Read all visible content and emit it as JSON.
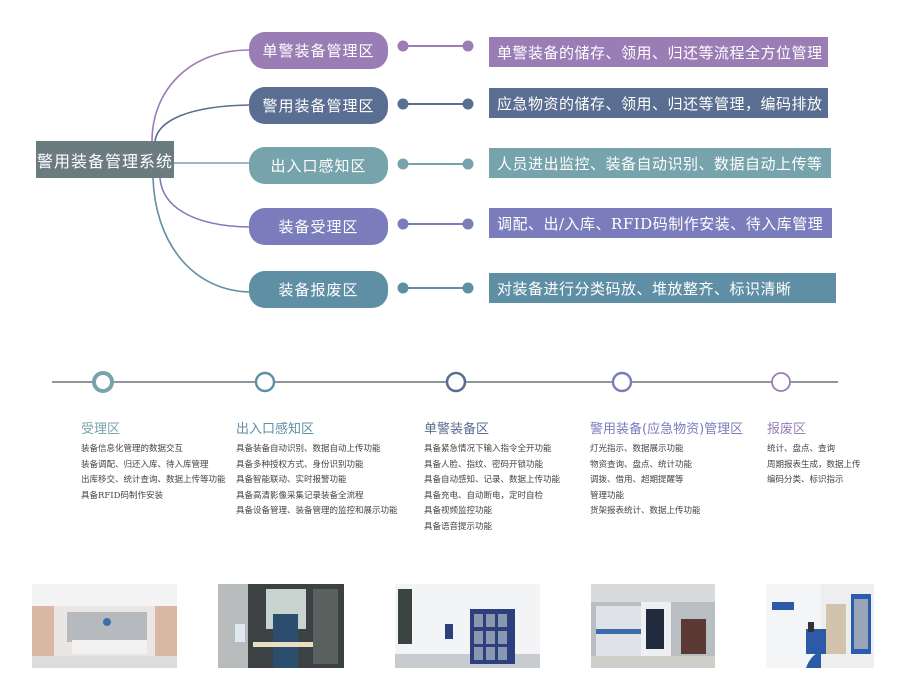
{
  "colors": {
    "root": "#6b7c80",
    "purple": "#9b7db6",
    "navy": "#5a6e91",
    "teal": "#76a3ac",
    "violet": "#7b7cbc",
    "steel": "#5f8fa5",
    "timeline": "#6f7478"
  },
  "mindmap": {
    "root": "警用装备管理系统",
    "branches": [
      {
        "label": "单警装备管理区",
        "desc": "单警装备的储存、领用、归还等流程全方位管理",
        "color": "#9b7db6"
      },
      {
        "label": "警用装备管理区",
        "desc": "应急物资的储存、领用、归还等管理，编码排放",
        "color": "#5a6e91"
      },
      {
        "label": "出入口感知区",
        "desc": "人员进出监控、装备自动识别、数据自动上传等",
        "color": "#76a3ac"
      },
      {
        "label": "装备受理区",
        "desc": "调配、出/入库、RFID码制作安装、待入库管理",
        "color": "#7b7cbc"
      },
      {
        "label": "装备报废区",
        "desc": "对装备进行分类码放、堆放整齐、标识清晰",
        "color": "#5f8fa5"
      }
    ]
  },
  "timeline": {
    "nodes": [
      {
        "color": "#76a3ac"
      },
      {
        "color": "#5f8fa5"
      },
      {
        "color": "#5a6e91"
      },
      {
        "color": "#7b7cbc"
      },
      {
        "color": "#9b7db6"
      }
    ],
    "columns": [
      {
        "title": "受理区",
        "color": "#76a3ac",
        "lines": [
          "装备信息化管理的数据交互",
          "装备调配、归还入库、待入库管理",
          "出库移交、统计查询、数据上传等功能",
          "具备RFID码制作安装"
        ]
      },
      {
        "title": "出入口感知区",
        "color": "#5f8fa5",
        "lines": [
          "具备装备自动识别、数据自动上传功能",
          "具备多种授权方式、身份识别功能",
          "具备智能联动、实时报警功能",
          "具备高清影像采集记录装备全流程",
          "具备设备管理、装备管理的监控和展示功能"
        ]
      },
      {
        "title": "单警装备区",
        "color": "#5a6e91",
        "lines": [
          "具备紧急情况下输入指令全开功能",
          "具备人脸、指纹、密码开锁功能",
          "具备自动感知、记录、数据上传功能",
          "具备充电、自动断电，定时自检",
          "具备视频监控功能",
          "具备语音提示功能"
        ]
      },
      {
        "title": "警用装备(应急物资)管理区",
        "color": "#7b7cbc",
        "lines": [
          "灯光指示、数据展示功能",
          "物资查询、盘点、统计功能",
          "调拨、借用、超期提醒等",
          "管理功能",
          "货架报表统计、数据上传功能"
        ]
      },
      {
        "title": "报废区",
        "color": "#9b7db6",
        "lines": [
          "统计、盘点、查询",
          "周期报表生成，数据上传",
          "编码分类、标识指示"
        ]
      }
    ]
  },
  "photos": [
    {
      "name": "reception-hall-photo"
    },
    {
      "name": "entrance-door-photo"
    },
    {
      "name": "corridor-lockers-photo"
    },
    {
      "name": "shelving-room-photo"
    },
    {
      "name": "scrap-area-photo"
    }
  ]
}
